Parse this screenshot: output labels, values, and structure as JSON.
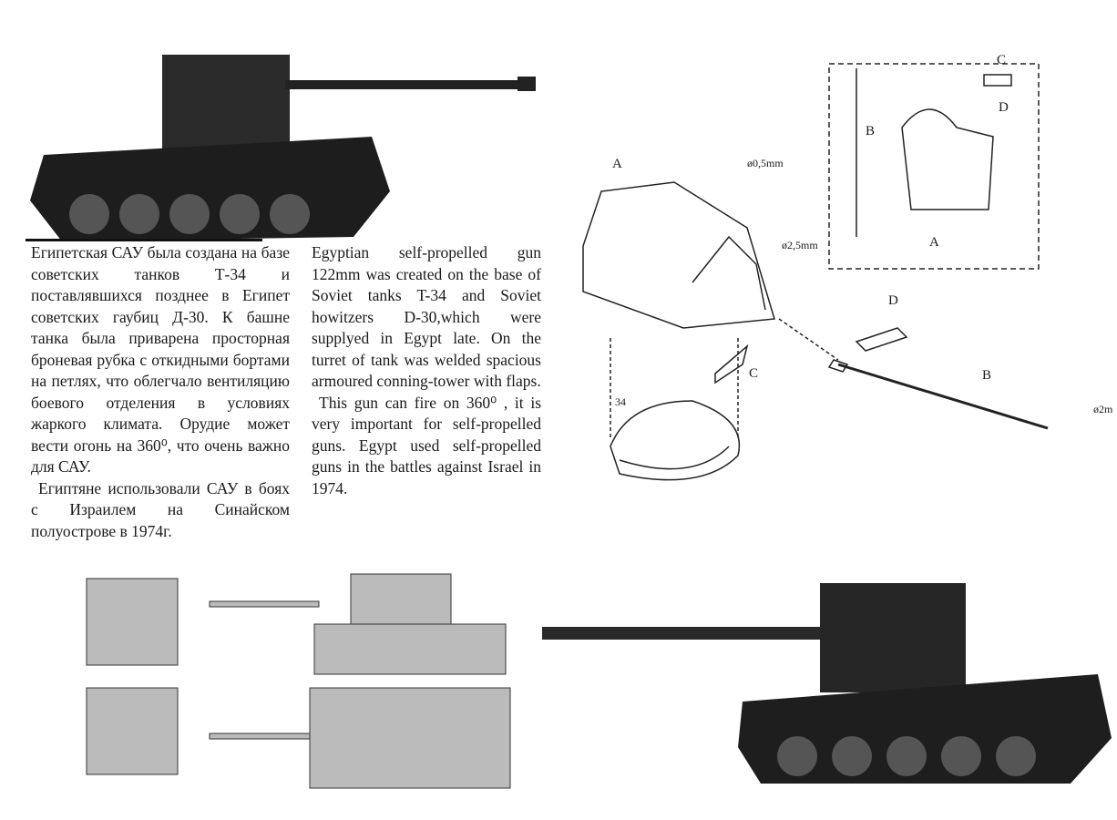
{
  "russian_text": {
    "p1": "Египетская САУ была создана на базе советских танков Т-34 и поставлявшихся позднее в Египет советских гаубиц Д-30. К башне танка была приварена просторная броневая рубка с откидными бортами на петлях, что облегчало вентиляцию боевого отделения в условиях жаркого климата. Орудие может вести огонь на 360⁰, что очень важно для САУ.",
    "p2": "Египтяне использовали САУ в боях с Израилем на Синайском полуострове в 1974г."
  },
  "english_text": {
    "p1": "Egyptian self-propelled gun 122mm was created on the base of Soviet tanks T-34 and Soviet howitzers D-30,which were supplyed in Egypt late. On the turret of tank was welded spacious armoured conning-tower with flaps.",
    "p2": "This gun can fire on 360⁰ , it is very important for self-propelled guns. Egypt used self-propelled guns in the battles against Israel in 1974."
  },
  "diagram_labels": {
    "a_top": "A",
    "dim_05": "ø0,5mm",
    "dim_25": "ø2,5mm",
    "b_inset": "B",
    "c_inset": "C",
    "d_inset": "D",
    "a_inset": "A",
    "ring": "34",
    "d_main": "D",
    "b_main": "B",
    "c_main": "C",
    "dim_2": "ø2m"
  }
}
